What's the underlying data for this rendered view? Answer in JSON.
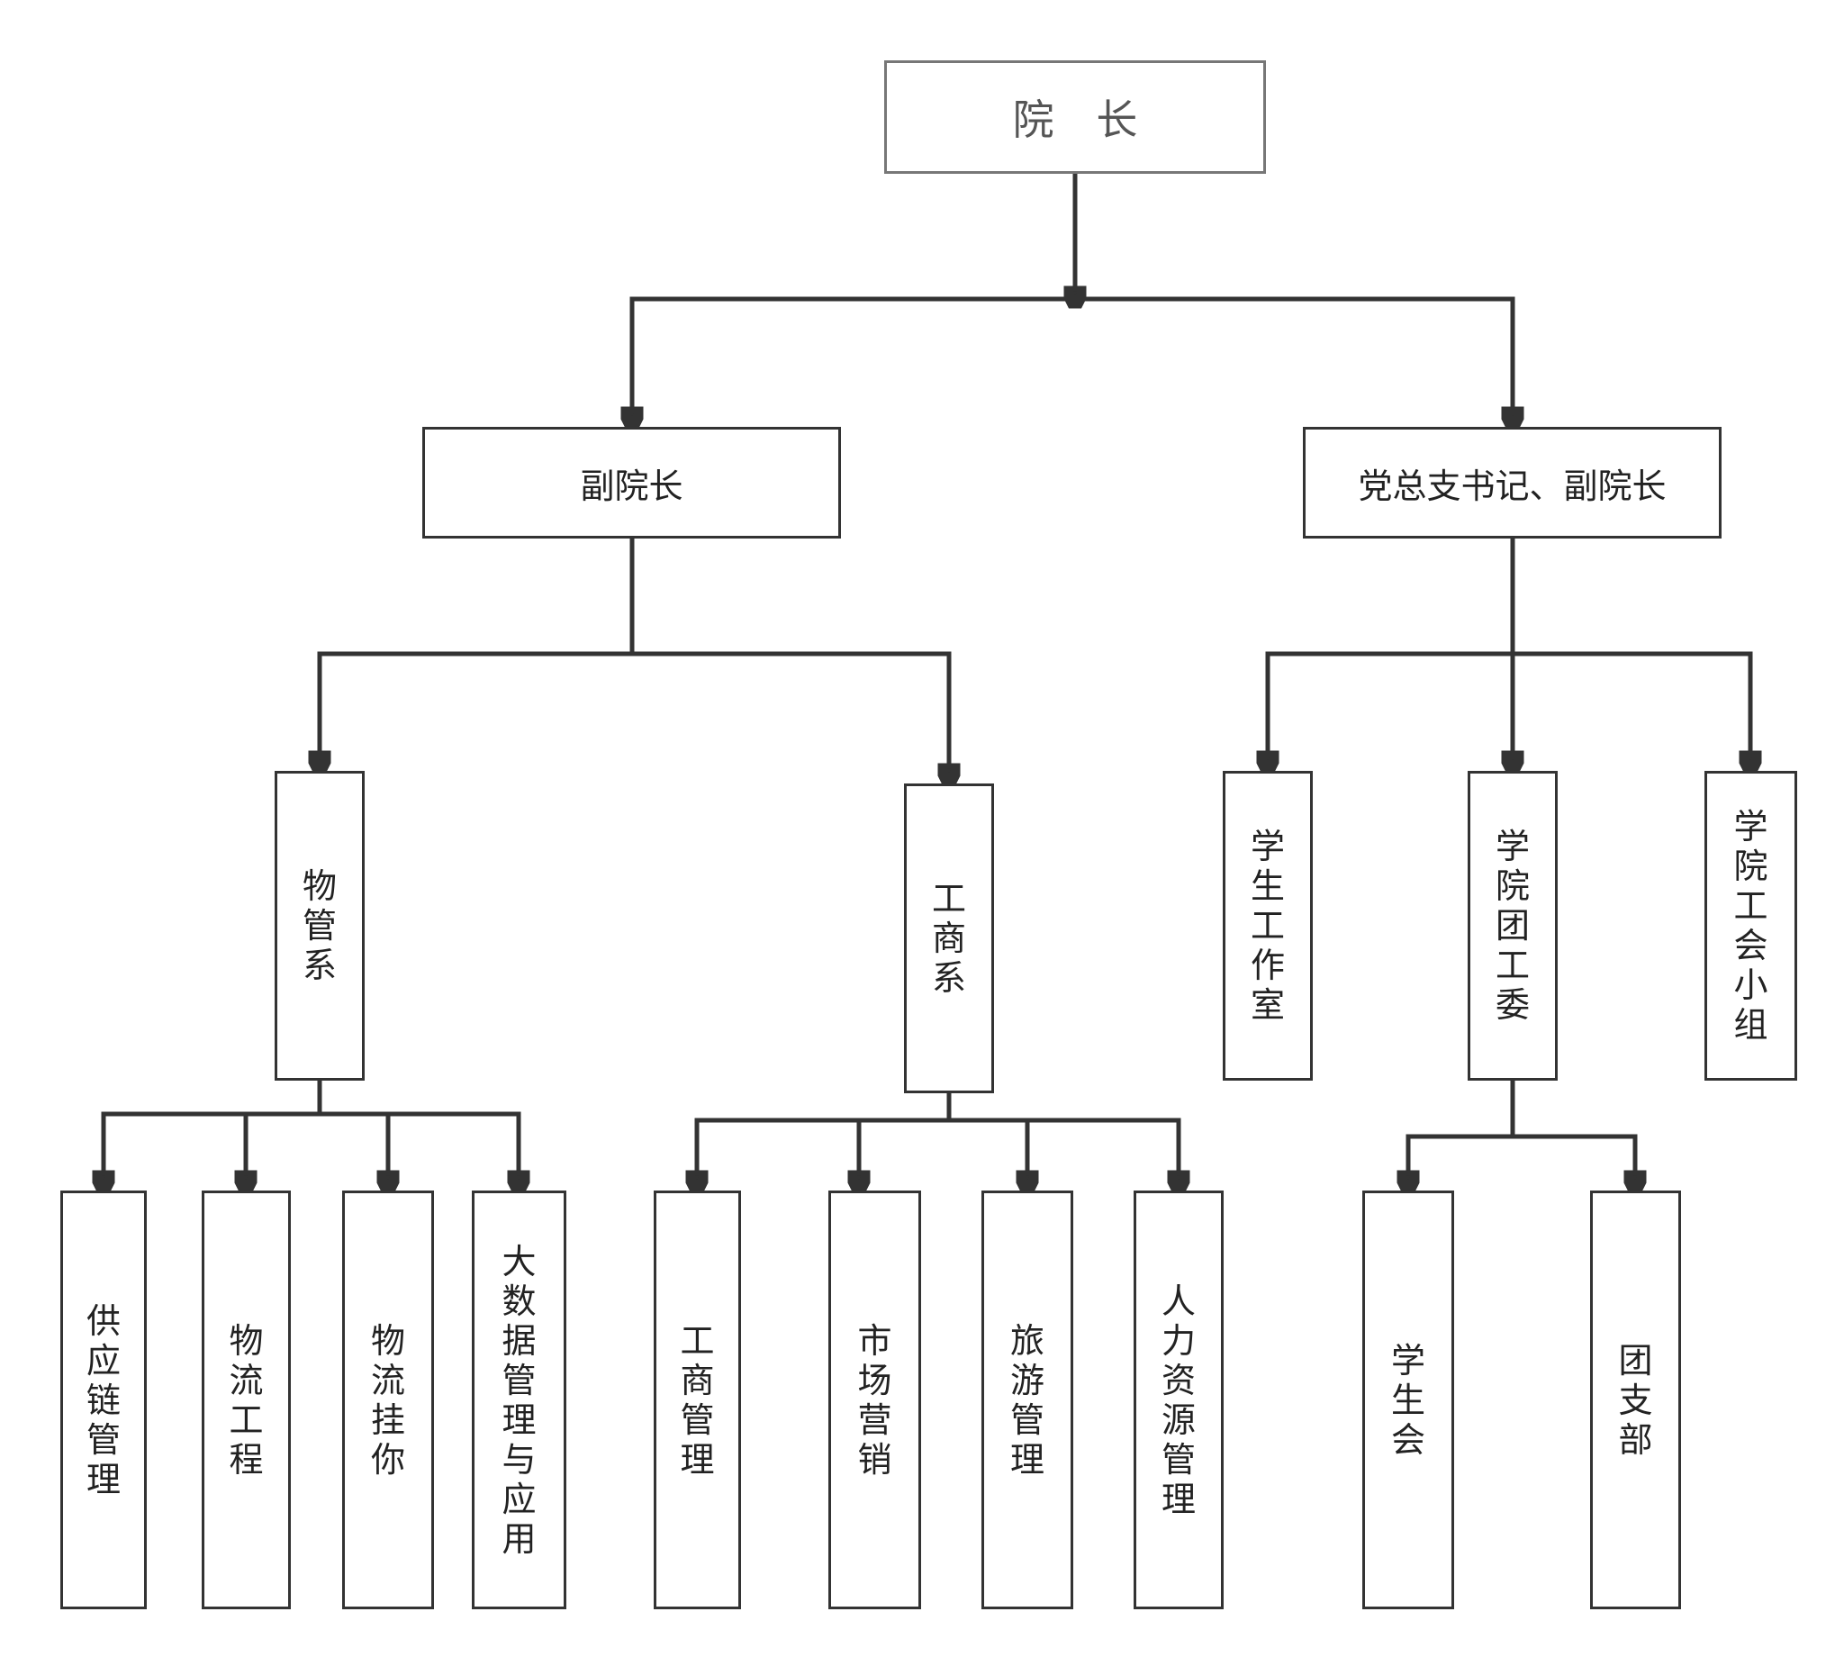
{
  "nodes": {
    "dean": "院 长",
    "vice_dean": "副院长",
    "party_secretary": "党总支书记、副院长",
    "dept_logistics_mgmt": "物管系",
    "dept_business": "工商系",
    "student_work_office": "学生工作室",
    "youth_league_committee": "学院团工委",
    "trade_union_group": "学院工会小组",
    "major_supply_chain": "供应链管理",
    "major_logistics_eng": "物流工程",
    "major_logistics_guani": "物流挂你",
    "major_big_data": "大数据管理与应用",
    "major_business_admin": "工商管理",
    "major_marketing": "市场营销",
    "major_tourism": "旅游管理",
    "major_hr": "人力资源管理",
    "student_union": "学生会",
    "league_branch": "团支部"
  },
  "colors": {
    "line": "#333333",
    "root_border": "#777777",
    "text": "#222222"
  }
}
